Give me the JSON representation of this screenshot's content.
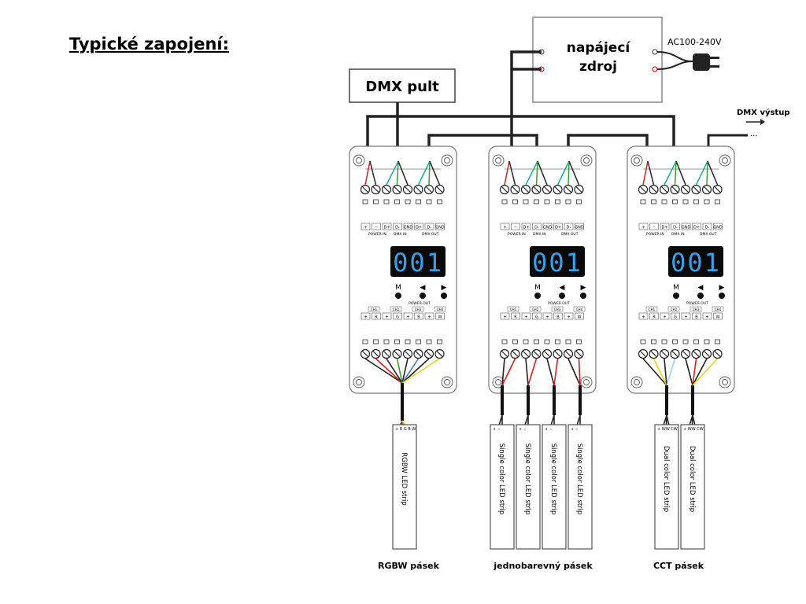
{
  "title": "Typické zapojení:",
  "dmx_console": "DMX pult",
  "power_supply": {
    "line1": "napájecí",
    "line2": "zdroj",
    "input": "AC100-240V"
  },
  "dmx_output": "DMX výstup",
  "decoder": {
    "display": "001",
    "buttons": [
      "M",
      "◀",
      "▶"
    ],
    "top_terminals": [
      "+",
      "−",
      "D+",
      "D-",
      "GND",
      "D+",
      "D-",
      "GND"
    ],
    "top_groups": [
      "POWER IN",
      "DMX IN",
      "DMX OUT"
    ],
    "bottom_group": "POWER OUT",
    "bottom_terminals": [
      "+",
      "R",
      "+",
      "G",
      "+",
      "B",
      "+",
      "W"
    ],
    "bottom_channels": [
      "CH1",
      "CH2",
      "CH3",
      "CH4"
    ]
  },
  "strips": {
    "rgbw": "RGBW LED strip",
    "single": "Single color LED strip",
    "dual": "Dual color LED strip"
  },
  "strip_pins": {
    "rgbw": "+ R G B W",
    "single": "+ −",
    "dual": "+ WW CW"
  },
  "captions": [
    "RGBW pásek",
    "jednobarevný pásek",
    "CCT pásek"
  ],
  "colors": {
    "red_wire": "#d42020",
    "teal_wire": "#1aa89a",
    "green_wire": "#3a9a3a",
    "yellow_wire": "#e6cf2a",
    "blue_wire": "#4a7fd4",
    "display_bg": "#0a0a0a",
    "display_digit": "#3aa0e8"
  }
}
